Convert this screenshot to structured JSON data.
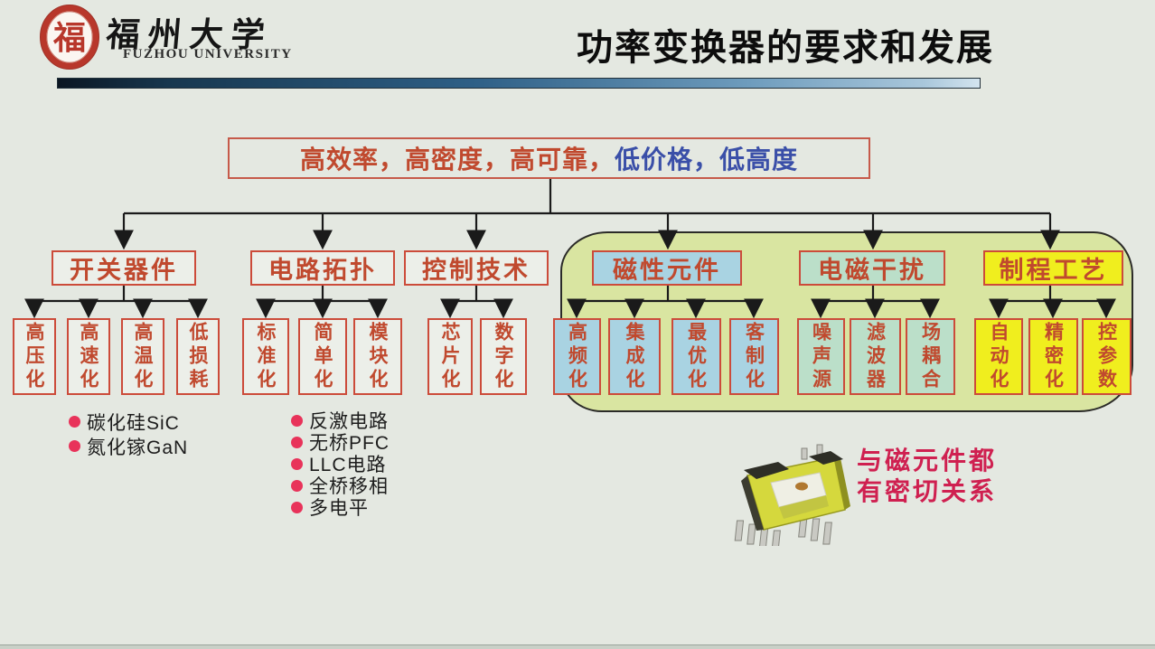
{
  "header": {
    "seal_char": "福",
    "university_cn": "福州大学",
    "university_en": "FUZHOU UNIVERSITY",
    "title": "功率变换器的要求和发展"
  },
  "top_requirements": {
    "red_part": "高效率，高密度，高可靠，",
    "blue_part": "低价格，低高度"
  },
  "branches": [
    {
      "id": "switching-devices",
      "label": "开关器件",
      "children": [
        "高压化",
        "高速化",
        "高温化",
        "低损耗"
      ],
      "notes": [
        "碳化硅SiC",
        "氮化镓GaN"
      ]
    },
    {
      "id": "circuit-topology",
      "label": "电路拓扑",
      "children": [
        "标准化",
        "简单化",
        "模块化"
      ],
      "notes": [
        "反激电路",
        "无桥PFC",
        "LLC电路",
        "全桥移相",
        "多电平"
      ]
    },
    {
      "id": "control-technology",
      "label": "控制技术",
      "children": [
        "芯片化",
        "数字化"
      ],
      "notes": []
    },
    {
      "id": "magnetic-components",
      "label": "磁性元件",
      "children": [
        "高频化",
        "集成化",
        "最优化",
        "客制化"
      ],
      "notes": []
    },
    {
      "id": "emi",
      "label": "电磁干扰",
      "children": [
        "噪声源",
        "滤波器",
        "场耦合"
      ],
      "notes": []
    },
    {
      "id": "process-technology",
      "label": "制程工艺",
      "children": [
        "自动化",
        "精密化",
        "控参数"
      ],
      "notes": []
    }
  ],
  "magnetics_note": {
    "line1": "与磁元件都",
    "line2": "有密切关系"
  },
  "colors": {
    "bg": "#e4e8e1",
    "accent-red": "#c0492e",
    "blue-text": "#3a4fa8",
    "box-border": "#cc4b3a",
    "plain-fill": "#ecefe9",
    "blob-fill": "#d9e5a1",
    "blue-fill": "#a9d3e2",
    "green-fill": "#bbdfc9",
    "yellow-fill": "#f0ee1e",
    "note-red": "#cf2050",
    "bullet-red": "#e8335a",
    "line": "#1a1a1a"
  }
}
